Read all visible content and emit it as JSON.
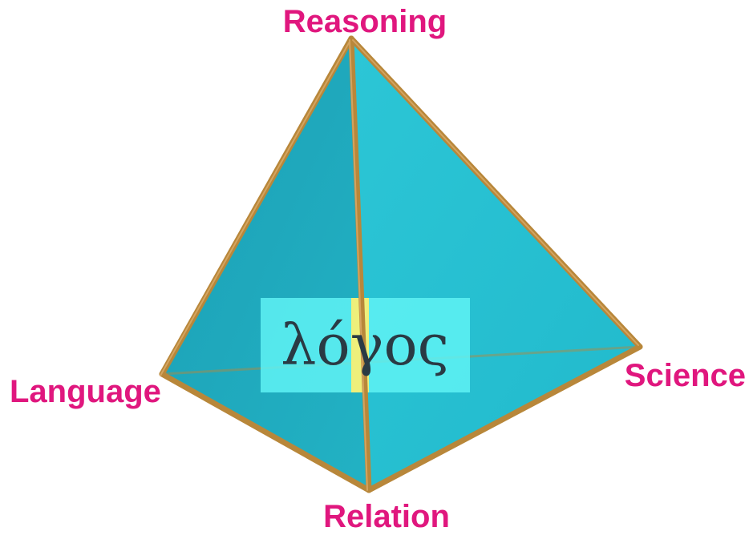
{
  "diagram": {
    "center_word": "λόγος",
    "vertices": {
      "top": "Reasoning",
      "left": "Language",
      "right": "Science",
      "bottom": "Relation"
    }
  },
  "colors": {
    "label": "#e0177e",
    "face_front_left": "#1fa7bd",
    "face_front_right": "#27c3d3",
    "face_back": "#3fd6e2",
    "edge": "#b8873a",
    "word_box": "#5ff2f4",
    "word_highlight": "#ffef6e",
    "word_text": "#2a3a44"
  }
}
